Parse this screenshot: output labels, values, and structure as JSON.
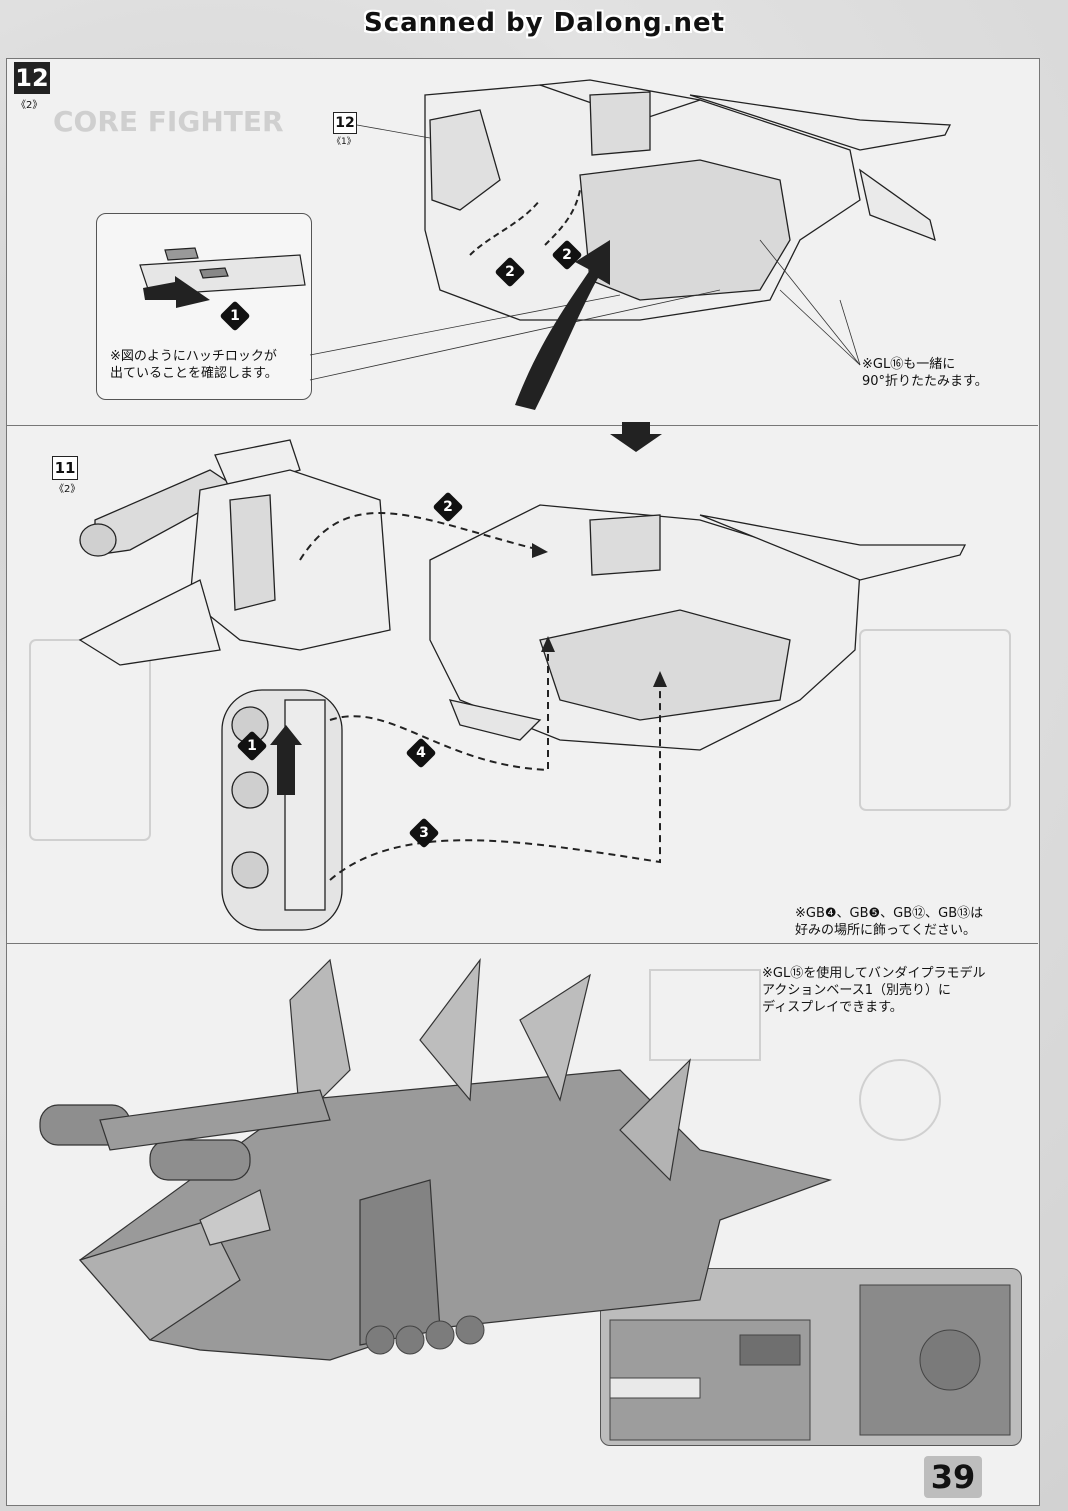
{
  "header": {
    "scan_credit": "Scanned by Dalong.net"
  },
  "steps": {
    "step12": {
      "number": "12",
      "sub": "《2》",
      "ref_number": "12",
      "ref_sub": "《1》"
    },
    "step11": {
      "number": "11",
      "sub": "《2》"
    }
  },
  "background_text": {
    "section_title": "CORE FIGHTER"
  },
  "markers": {
    "m1": "1",
    "m2": "2",
    "m3": "3",
    "m4": "4"
  },
  "notes": {
    "hatch_lock": "※図のようにハッチロックが\n出ていることを確認します。",
    "gl16_fold": "※GL⑯も一緒に\n90°折りたたみます。",
    "gb_display": "※GB❹、GB❺、GB⑫、GB⑬は\n好みの場所に飾ってください。",
    "gl15_display": "※GL⑮を使用してバンダイプラモデル\nアクションベース1（別売り）に\nディスプレイできます。"
  },
  "page_number": "39",
  "icons": [
    "push-arrow-icon",
    "down-arrow-icon",
    "curved-fold-arrow-icon",
    "dashed-path-arrow-icon"
  ]
}
